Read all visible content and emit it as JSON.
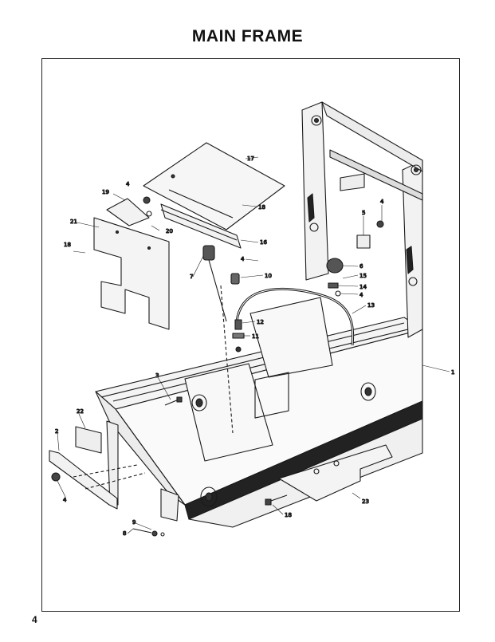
{
  "page": {
    "title": "MAIN FRAME",
    "page_number": "4"
  },
  "callouts": [
    "1",
    "2",
    "3",
    "4",
    "5",
    "6",
    "7",
    "8",
    "9",
    "10",
    "11",
    "12",
    "13",
    "14",
    "15",
    "16",
    "17",
    "18",
    "19",
    "20",
    "21",
    "22",
    "23"
  ]
}
